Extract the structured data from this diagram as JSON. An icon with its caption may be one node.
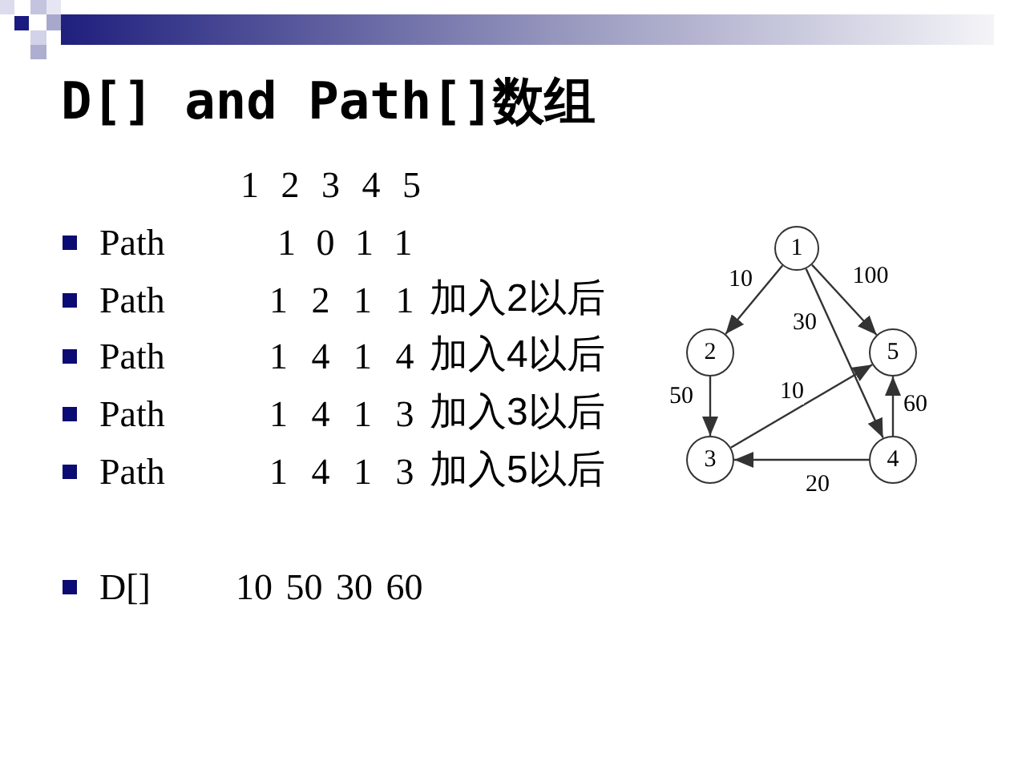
{
  "diagram": {
    "title": "D[] and Path[]数组",
    "nodes": [
      {
        "text": [
          "1"
        ]
      },
      {
        "text": [
          "2"
        ]
      },
      {
        "text": [
          "5"
        ]
      },
      {
        "text": [
          "3"
        ]
      },
      {
        "text": [
          "4"
        ]
      }
    ],
    "edges": [
      {
        "from": 0,
        "to": 1,
        "arrow": "to",
        "label": "10"
      },
      {
        "from": 0,
        "to": 2,
        "arrow": "to",
        "label": "100"
      },
      {
        "from": 0,
        "to": 4,
        "arrow": "to",
        "label": "30"
      },
      {
        "from": 1,
        "to": 3,
        "arrow": "to",
        "label": "50"
      },
      {
        "from": 3,
        "to": 2,
        "arrow": "to",
        "label": "10"
      },
      {
        "from": 4,
        "to": 2,
        "arrow": "to",
        "label": "60"
      },
      {
        "from": 4,
        "to": 3,
        "arrow": "to",
        "label": "20"
      }
    ],
    "labels": [
      "1 2 3 4 5",
      "Path",
      "1 0 1 1",
      "Path",
      "1 2 1 1",
      "加入2以后",
      "Path",
      "1 4 1 4",
      "加入4以后",
      "Path",
      "1 4 1 3",
      "加入3以后",
      "Path",
      "1 4 1 3",
      "加入5以后",
      "D[]",
      "10 50 30 60"
    ]
  }
}
